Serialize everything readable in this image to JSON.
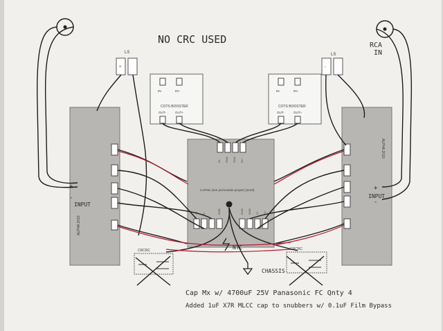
{
  "notes": {
    "title": "NO CRC USED",
    "rca_in": "RCA IN",
    "cap_note": "Cap Mx w/ 4700uF 25V Panasonic FC Qnty 4",
    "snubber_note": "Added 1uF X7R MLCC cap to snubbers w/ 0.1uF Film Bypass",
    "ntc": "NTC",
    "chassis": "CHASSIS",
    "input_left": "INPUT",
    "input_right": "INPUT",
    "plus": "+",
    "minus": "-"
  },
  "labels": {
    "ls": "LS",
    "booster": "COTS BOOSTER",
    "in_minus": "IN-",
    "in_plus": "IN+",
    "out_minus": "OUT-",
    "out_plus": "OUT+",
    "psu_title": "CAPMx (see pin/module proper) (seraf)",
    "amp_side": "ALPHA 2019",
    "crc": "CRCRC",
    "ls_plus": "+",
    "ls_minus": "-"
  },
  "psu_top_pins": [
    "IN-",
    "GND",
    "GND",
    "IN+"
  ],
  "psu_bottom_pins": [
    "-V",
    "V-",
    "GND",
    "GND",
    "GND",
    "V+",
    "+V"
  ],
  "colors": {
    "paper": "#f1f0ec",
    "module": "#b7b6b2",
    "wire": "#1c1c1c",
    "red_wire": "#b8182d"
  }
}
